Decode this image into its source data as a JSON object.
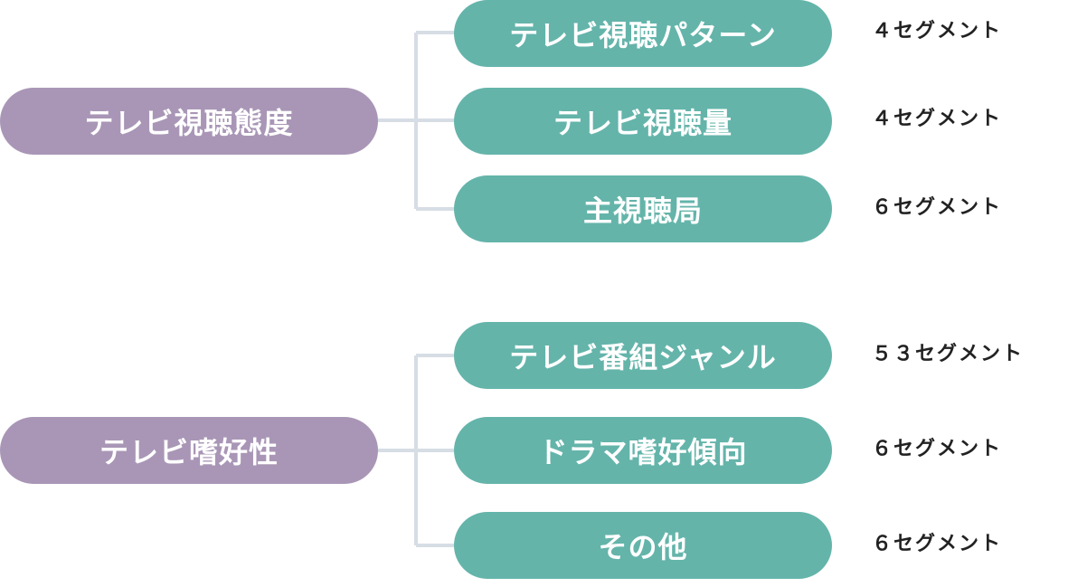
{
  "colors": {
    "root": "#a996b6",
    "child": "#64b4aa",
    "connector": "#d7dde4",
    "segment_text": "#222222"
  },
  "groups": [
    {
      "category": "テレビ視聴態度",
      "items": [
        {
          "label": "テレビ視聴パターン",
          "segments": "４セグメント"
        },
        {
          "label": "テレビ視聴量",
          "segments": "４セグメント"
        },
        {
          "label": "主視聴局",
          "segments": "６セグメント"
        }
      ]
    },
    {
      "category": "テレビ嗜好性",
      "items": [
        {
          "label": "テレビ番組ジャンル",
          "segments": "５３セグメント"
        },
        {
          "label": "ドラマ嗜好傾向",
          "segments": "６セグメント"
        },
        {
          "label": "その他",
          "segments": "６セグメント"
        }
      ]
    }
  ]
}
